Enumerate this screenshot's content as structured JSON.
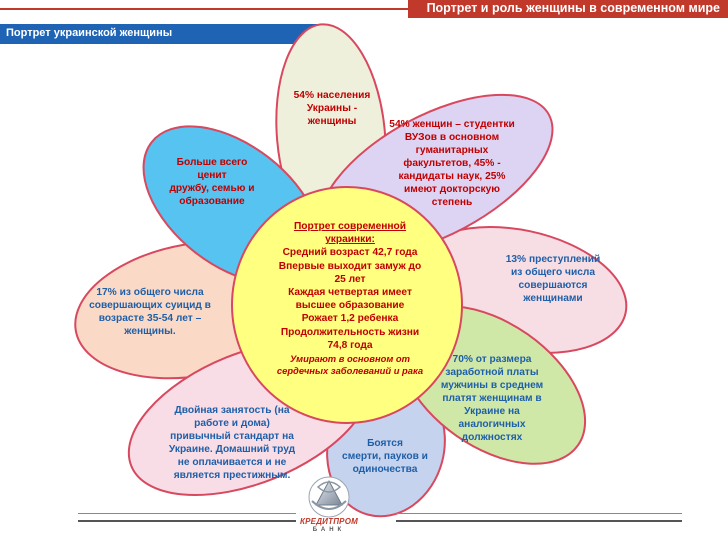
{
  "header": {
    "title": "Портрет и роль женщины в современном мире"
  },
  "section": {
    "title": "Портрет украинской женщины"
  },
  "colors": {
    "accent": "#c0392b",
    "petal_population": "#eef0dc",
    "petal_students": "#ddd3f2",
    "petal_crimes": "#f7dde4",
    "petal_salary": "#cfe8a8",
    "petal_fears": "#c5d3ee",
    "petal_workload": "#f8dde6",
    "petal_suicide": "#fad9c6",
    "petal_values": "#56c3f0",
    "center_fill": "#ffff80",
    "text_red": "#c00000",
    "text_blue": "#1f5fa8"
  },
  "petals": {
    "population": {
      "lines": [
        "54% населения",
        "Украины -",
        "женщины"
      ]
    },
    "students": {
      "lines": [
        "54% женщин – студентки",
        "ВУЗов в основном",
        "гуманитарных",
        "факультетов, 45% -",
        "кандидаты наук, 25%",
        "имеют докторскую",
        "степень"
      ]
    },
    "crimes": {
      "lines": [
        "13% преступлений",
        "из общего числа",
        "совершаются",
        "женщинами"
      ]
    },
    "salary": {
      "lines": [
        "70% от размера",
        "заработной платы",
        "мужчины в среднем",
        "платят женщинам в",
        "Украине на",
        "аналогичных",
        "должностях"
      ]
    },
    "fears": {
      "lines": [
        "Боятся",
        "смерти, пауков и",
        "одиночества"
      ]
    },
    "workload": {
      "lines": [
        "Двойная занятость (на",
        "работе и дома)",
        "привычный стандарт на",
        "Украине. Домашний труд",
        "не оплачивается и не",
        "является престижным."
      ]
    },
    "suicide": {
      "lines": [
        "17% из общего числа",
        "совершающих суицид в",
        "возрасте 35-54 лет –",
        "женщины."
      ]
    },
    "values": {
      "lines": [
        "Больше всего",
        "ценит",
        "дружбу, семью и",
        "образование"
      ]
    }
  },
  "center": {
    "title_lines": [
      "Портрет современной",
      "украинки:"
    ],
    "lines": [
      "Средний возраст  42,7 года",
      "Впервые выходит замуж до",
      "25 лет",
      "Каждая четвертая имеет",
      "высшее образование",
      "Рожает 1,2 ребенка",
      "Продолжительность жизни",
      "74,8 года"
    ],
    "note_lines": [
      "Умирают в основном от",
      "сердечных заболеваний и рака"
    ]
  },
  "logo": {
    "name": "КРЕДИТПРОМ",
    "sub": "БАНК"
  }
}
